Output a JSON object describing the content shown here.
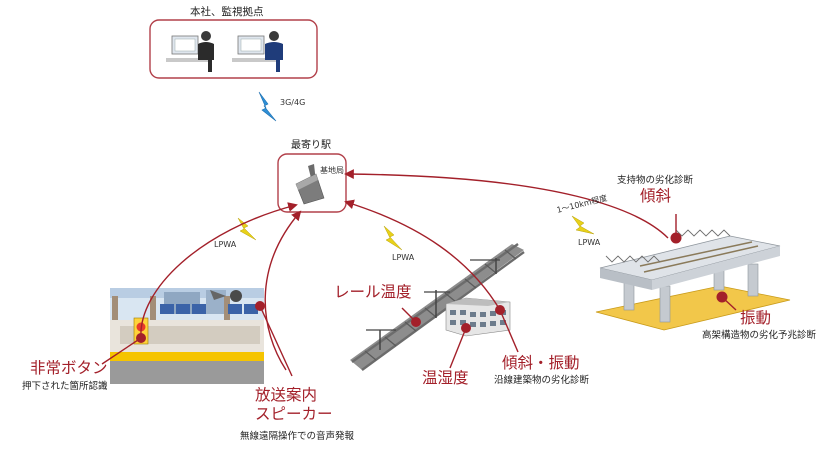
{
  "colors": {
    "accent_red": "#a3202a",
    "box_border": "#b2404a",
    "lightning_blue": "#2f8fd6",
    "lightning_yellow": "#e8d11a",
    "bridge_wood": "#f2c74a",
    "sign_yellow": "#f5c400"
  },
  "hq": {
    "title": "本社、監視拠点"
  },
  "network": {
    "cellular_label": "3G/4G"
  },
  "station": {
    "title": "最寄り駅",
    "base_station_label": "基地局"
  },
  "links": {
    "lpwa_left": "LPWA",
    "lpwa_mid": "LPWA",
    "lpwa_right": "LPWA",
    "distance": "1～10km程度"
  },
  "sensors": {
    "emergency_button": {
      "title": "非常ボタン",
      "caption": "押下された箇所認識"
    },
    "speaker": {
      "title_line1": "放送案内",
      "title_line2": "スピーカー",
      "caption": "無線遠隔操作での音声発報"
    },
    "rail_temp": {
      "title": "レール温度"
    },
    "temp_humidity": {
      "title": "温湿度"
    },
    "tilt_vibration": {
      "title": "傾斜・振動",
      "caption": "沿線建築物の劣化診断"
    },
    "tilt": {
      "caption": "支持物の劣化診断",
      "title": "傾斜"
    },
    "vibration": {
      "title": "振動",
      "caption": "高架構造物の劣化予兆診断"
    }
  }
}
